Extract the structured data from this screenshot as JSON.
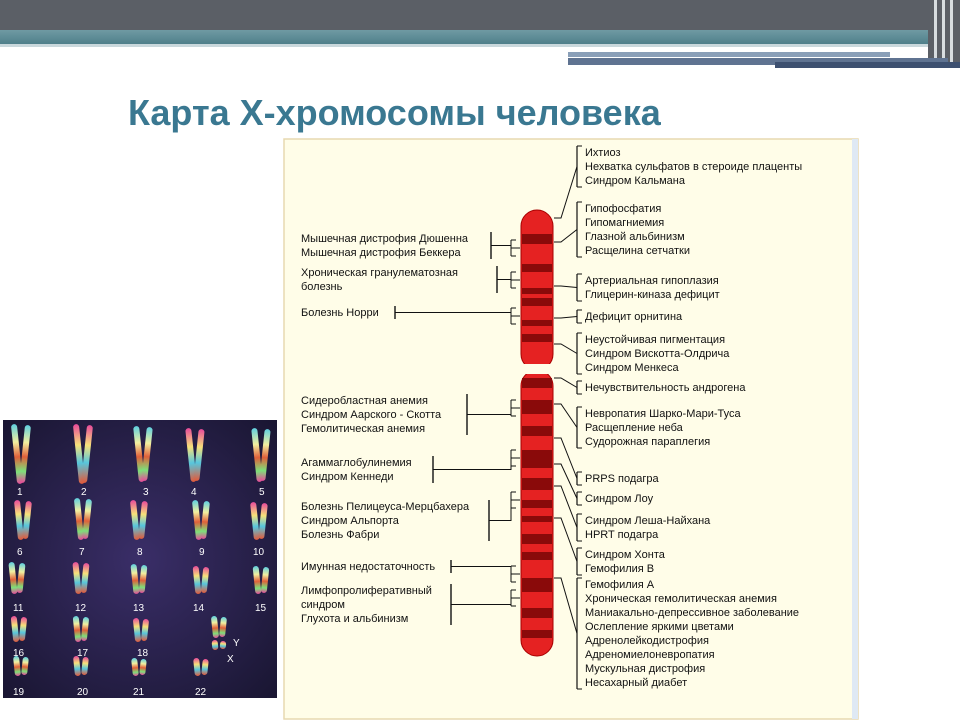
{
  "slide": {
    "title": "Карта X-хромосомы человека"
  },
  "diagram": {
    "right_groups": [
      [
        "Ихтиоз",
        "Нехватка сульфатов в стероиде плаценты",
        "Синдром Кальмана"
      ],
      [
        "Гипофосфатия",
        "Гипомагниемия",
        "Глазной альбинизм",
        "Расщелина сетчатки"
      ],
      [
        "Артериальная гипоплазия",
        "Глицерин-киназа дефицит"
      ],
      [
        "Дефицит орнитина"
      ],
      [
        "Неустойчивая пигментация",
        "Синдром Вискотта-Олдрича",
        "Синдром Менкеса"
      ],
      [
        "Нечувствительность андрогена"
      ],
      [
        "Невропатия Шарко-Мари-Туса",
        "Расщепление неба",
        "Судорожная параплегия"
      ],
      [
        "PRPS подагра"
      ],
      [
        "Синдром Лоу"
      ],
      [
        "Синдром Леша-Найхана",
        "HPRT подагра"
      ],
      [
        "Синдром Хонта",
        "Гемофилия В"
      ],
      [
        "Гемофилия А",
        "Хроническая гемолитическая анемия",
        "Маниакально-депрессивное заболевание",
        "Ослепление яркими цветами",
        "Адренолейкодистрофия",
        "Адреномиелоневропатия",
        "Мускульная дистрофия",
        "Несахарный диабет"
      ]
    ],
    "left_groups": [
      [
        "Мышечная дистрофия Дюшенна",
        "Мышечная дистрофия Беккера"
      ],
      [
        "Хроническая гранулематозная",
        "болезнь"
      ],
      [
        "Болезнь Норри"
      ],
      [
        "Сидеробластная анемия",
        "Синдром Аарского - Скотта",
        "Гемолитическая анемия"
      ],
      [
        "Агаммаглобулинемия",
        "Синдром Кеннеди"
      ],
      [
        "Болезнь Пелицеуса-Мерцбахера",
        "Синдром Альпорта",
        "Болезнь Фабри"
      ],
      [
        "Имунная недостаточность"
      ],
      [
        "Лимфопролиферативный",
        "синдром",
        "Глухота и альбинизм"
      ]
    ]
  },
  "karyotype": {
    "labels": [
      "1",
      "2",
      "3",
      "4",
      "5",
      "6",
      "7",
      "8",
      "9",
      "10",
      "11",
      "12",
      "13",
      "14",
      "15",
      "16",
      "17",
      "18",
      "Y",
      "X",
      "19",
      "20",
      "21",
      "22"
    ]
  }
}
